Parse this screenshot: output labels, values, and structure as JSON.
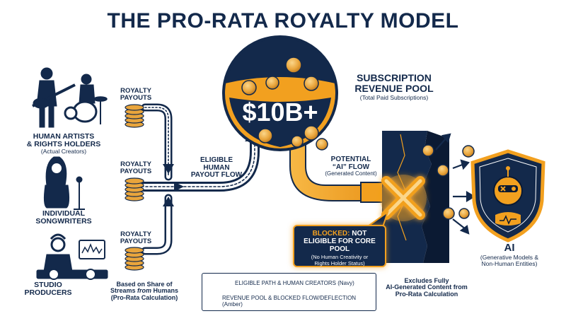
{
  "title": "THE PRO-RATA ROYALTY MODEL",
  "pool": {
    "amount": "$10B+",
    "heading_line1": "SUBSCRIPTION",
    "heading_line2": "REVENUE POOL",
    "subheading": "(Total Paid Subscriptions)"
  },
  "sources": [
    {
      "name_line1": "HUMAN ARTISTS",
      "name_line2": "& RIGHTS HOLDERS",
      "detail": "(Actual Creators)",
      "payout_line1": "ROYALTY",
      "payout_line2": "PAYOUTS",
      "icon": "band-icon"
    },
    {
      "name_line1": "INDIVIDUAL",
      "name_line2": "SONGWRITERS",
      "detail": "",
      "payout_line1": "ROYALTY",
      "payout_line2": "PAYOUTS",
      "icon": "singer-icon"
    },
    {
      "name_line1": "STUDIO",
      "name_line2": "PRODUCERS",
      "detail": "",
      "payout_line1": "ROYALTY",
      "payout_line2": "PAYOUTS",
      "icon": "producer-icon"
    }
  ],
  "human_flow": {
    "line1": "ELIGIBLE",
    "line2": "HUMAN",
    "line3": "PAYOUT FLOW"
  },
  "ai_flow": {
    "line1": "POTENTIAL",
    "line2": "“AI” FLOW",
    "line3": "(Generated Content)"
  },
  "blocked": {
    "prefix": "BLOCKED:",
    "line1_rest": " NOT",
    "line2": "ELIGIBLE FOR CORE POOL",
    "detail_line1": "(No Human Creativity or",
    "detail_line2": "Rights Holder Status)"
  },
  "ai": {
    "name": "AI",
    "detail_line1": "(Generative Models &",
    "detail_line2": "Non-Human Entities)",
    "icon": "robot-shield-icon"
  },
  "share_note": {
    "line1": "Based on Share of",
    "line2_pre": "Streams ",
    "line2_em": "from",
    "line2_post": " Humans",
    "line3": "(Pro-Rata Calculation)"
  },
  "legend": {
    "item1": "ELIGIBLE PATH & HUMAN CREATORS (Navy)",
    "item2": "REVENUE POOL & BLOCKED FLOW/DEFLECTION (Amber)"
  },
  "exclusion_note": {
    "line1": "Excludes Fully",
    "line2": "AI-Generated Content from",
    "line3": "Pro-Rata Calculation"
  },
  "colors": {
    "navy": "#13294b",
    "amber": "#f2a01f",
    "coin": "#e7a43a",
    "white": "#ffffff"
  }
}
